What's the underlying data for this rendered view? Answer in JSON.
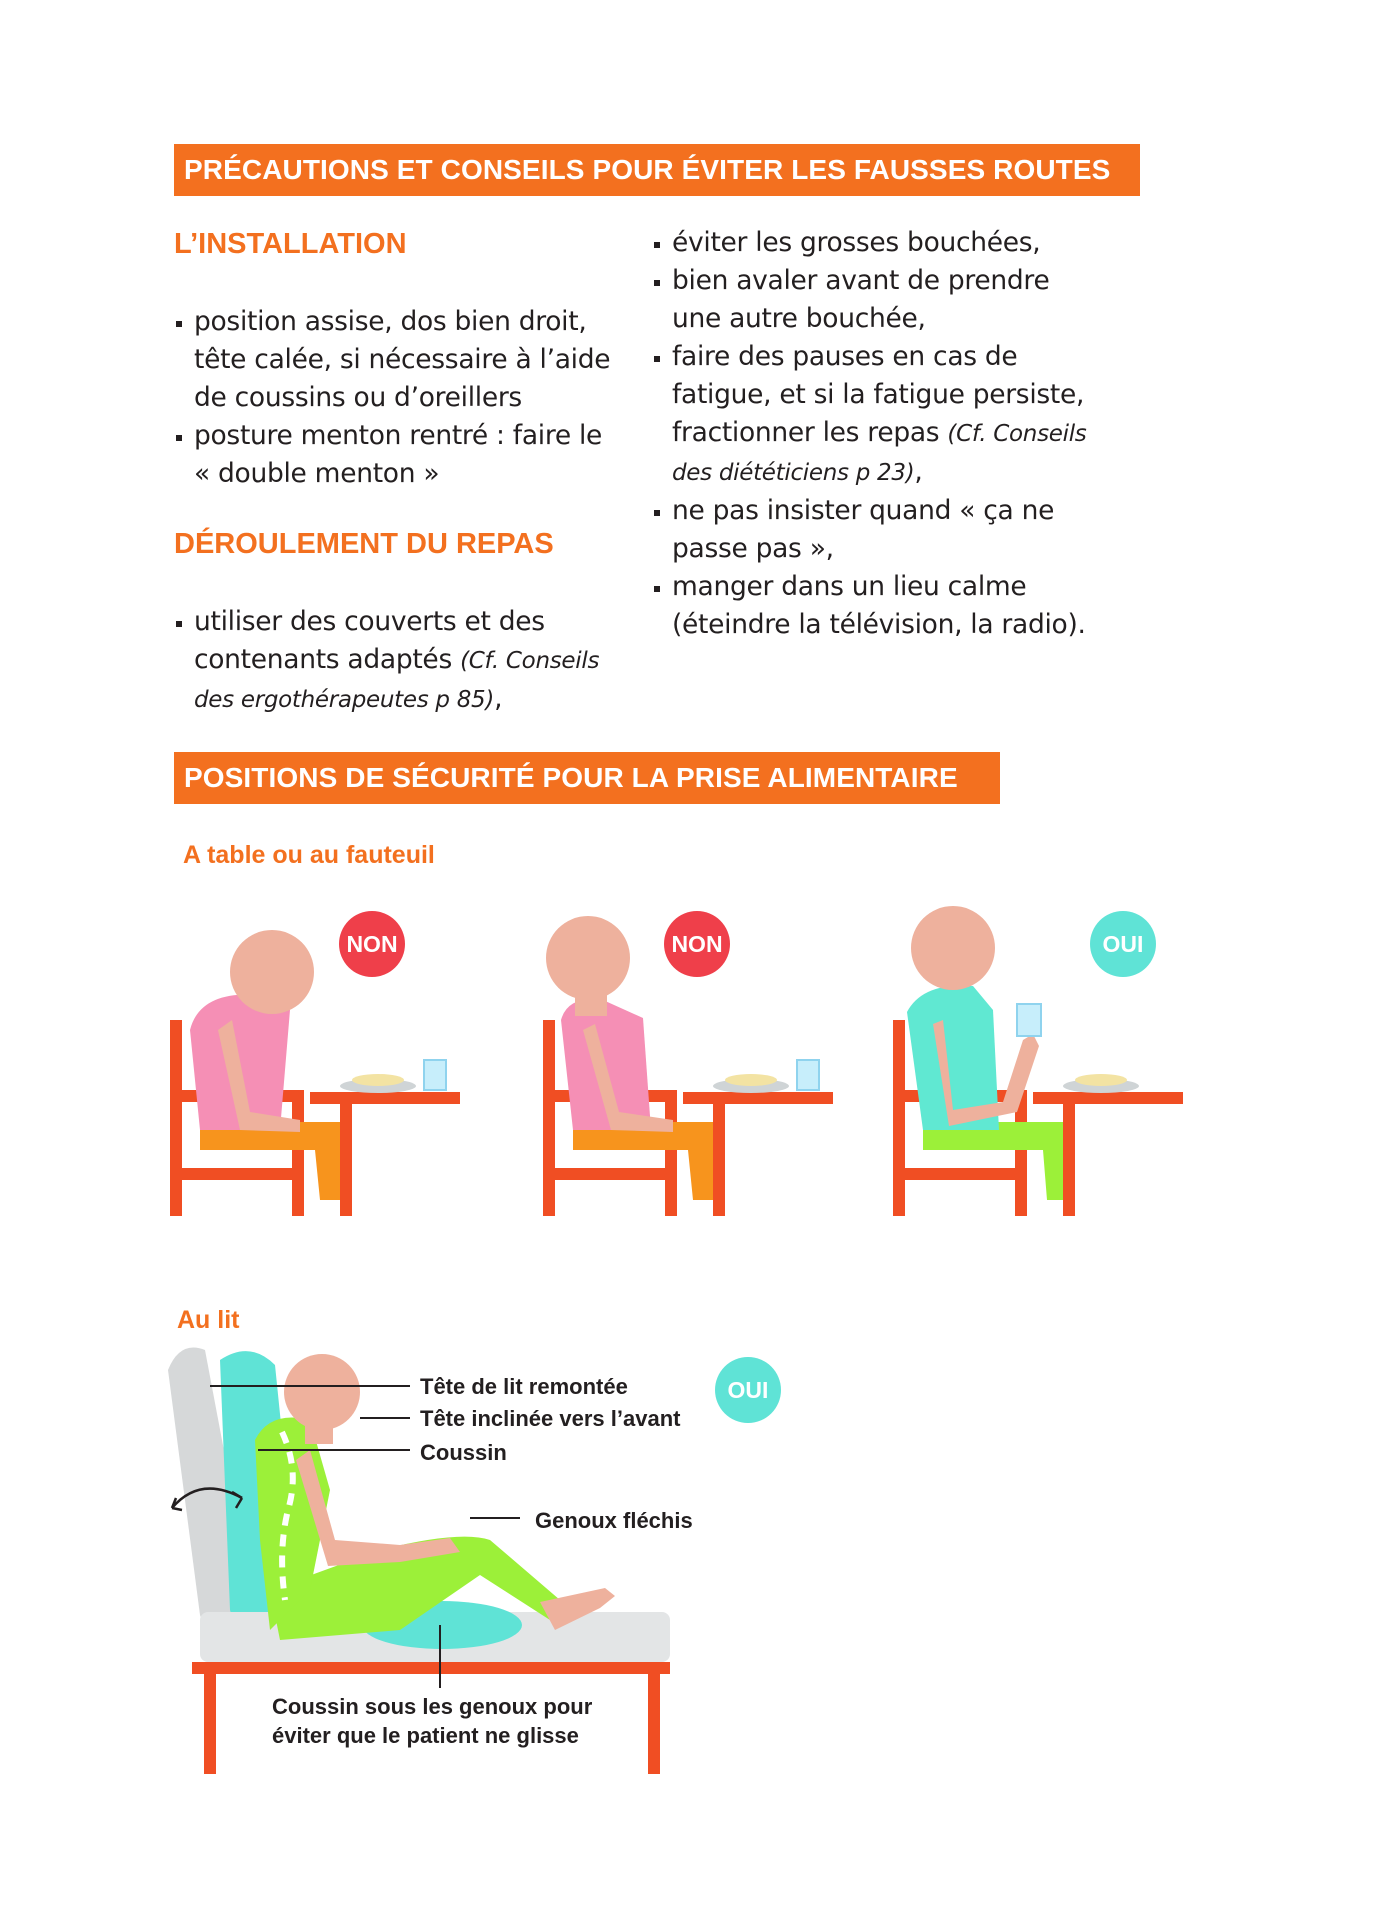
{
  "banner_top": "PRÉCAUTIONS ET CONSEILS POUR ÉVITER LES FAUSSES ROUTES",
  "installation": {
    "title": "L’INSTALLATION",
    "items": [
      [
        "position assise, dos bien droit,",
        "tête calée, si nécessaire à l’aide",
        "de coussins ou d’oreillers"
      ],
      [
        "posture menton rentré : faire le",
        "« double menton »"
      ]
    ]
  },
  "repas": {
    "title": "DÉROULEMENT DU REPAS",
    "item1": {
      "line1": "utiliser des couverts et des",
      "line2": "contenants adaptés",
      "line2_ref": "(Cf. Conseils",
      "line3_ref": "des ergothérapeutes p 85)",
      "line3_end": ","
    }
  },
  "right_column": {
    "item1": "éviter les grosses bouchées,",
    "item2": [
      "bien avaler avant de prendre",
      "une autre bouchée,"
    ],
    "item3": {
      "line1": "faire des pauses en cas de",
      "line2": "fatigue, et si la fatigue persiste,",
      "line3": "fractionner les repas",
      "line3_ref": "(Cf. Conseils",
      "line4_ref": "des diététiciens p 23)",
      "line4_end": ","
    },
    "item4": [
      "ne pas insister quand « ça ne",
      "passe pas »,"
    ],
    "item5": [
      "manger dans un lieu calme",
      "(éteindre la télévision, la radio)."
    ]
  },
  "banner_bottom": "POSITIONS DE SÉCURITÉ POUR LA PRISE ALIMENTAIRE",
  "table_section": {
    "title": "A table ou au fauteuil",
    "badges": [
      "NON",
      "NON",
      "OUI"
    ]
  },
  "bed_section": {
    "title": "Au lit",
    "badge": "OUI",
    "callouts": {
      "headboard": "Tête de lit remontée",
      "head": "Tête inclinée vers l’avant",
      "cushion": "Coussin",
      "knees": "Genoux fléchis",
      "knee_cushion_1": "Coussin sous les genoux pour",
      "knee_cushion_2": "éviter que le patient ne glisse"
    }
  },
  "colors": {
    "accent": "#f3701f",
    "non_badge": "#ef3f4a",
    "oui_badge": "#5fe3d6",
    "chair": "#f04e23",
    "skin": "#eeb19d",
    "shirt_bad": "#f58fb5",
    "shirt_good": "#60e8d2",
    "pants_bad": "#f7941d",
    "pants_good": "#9cf039"
  }
}
